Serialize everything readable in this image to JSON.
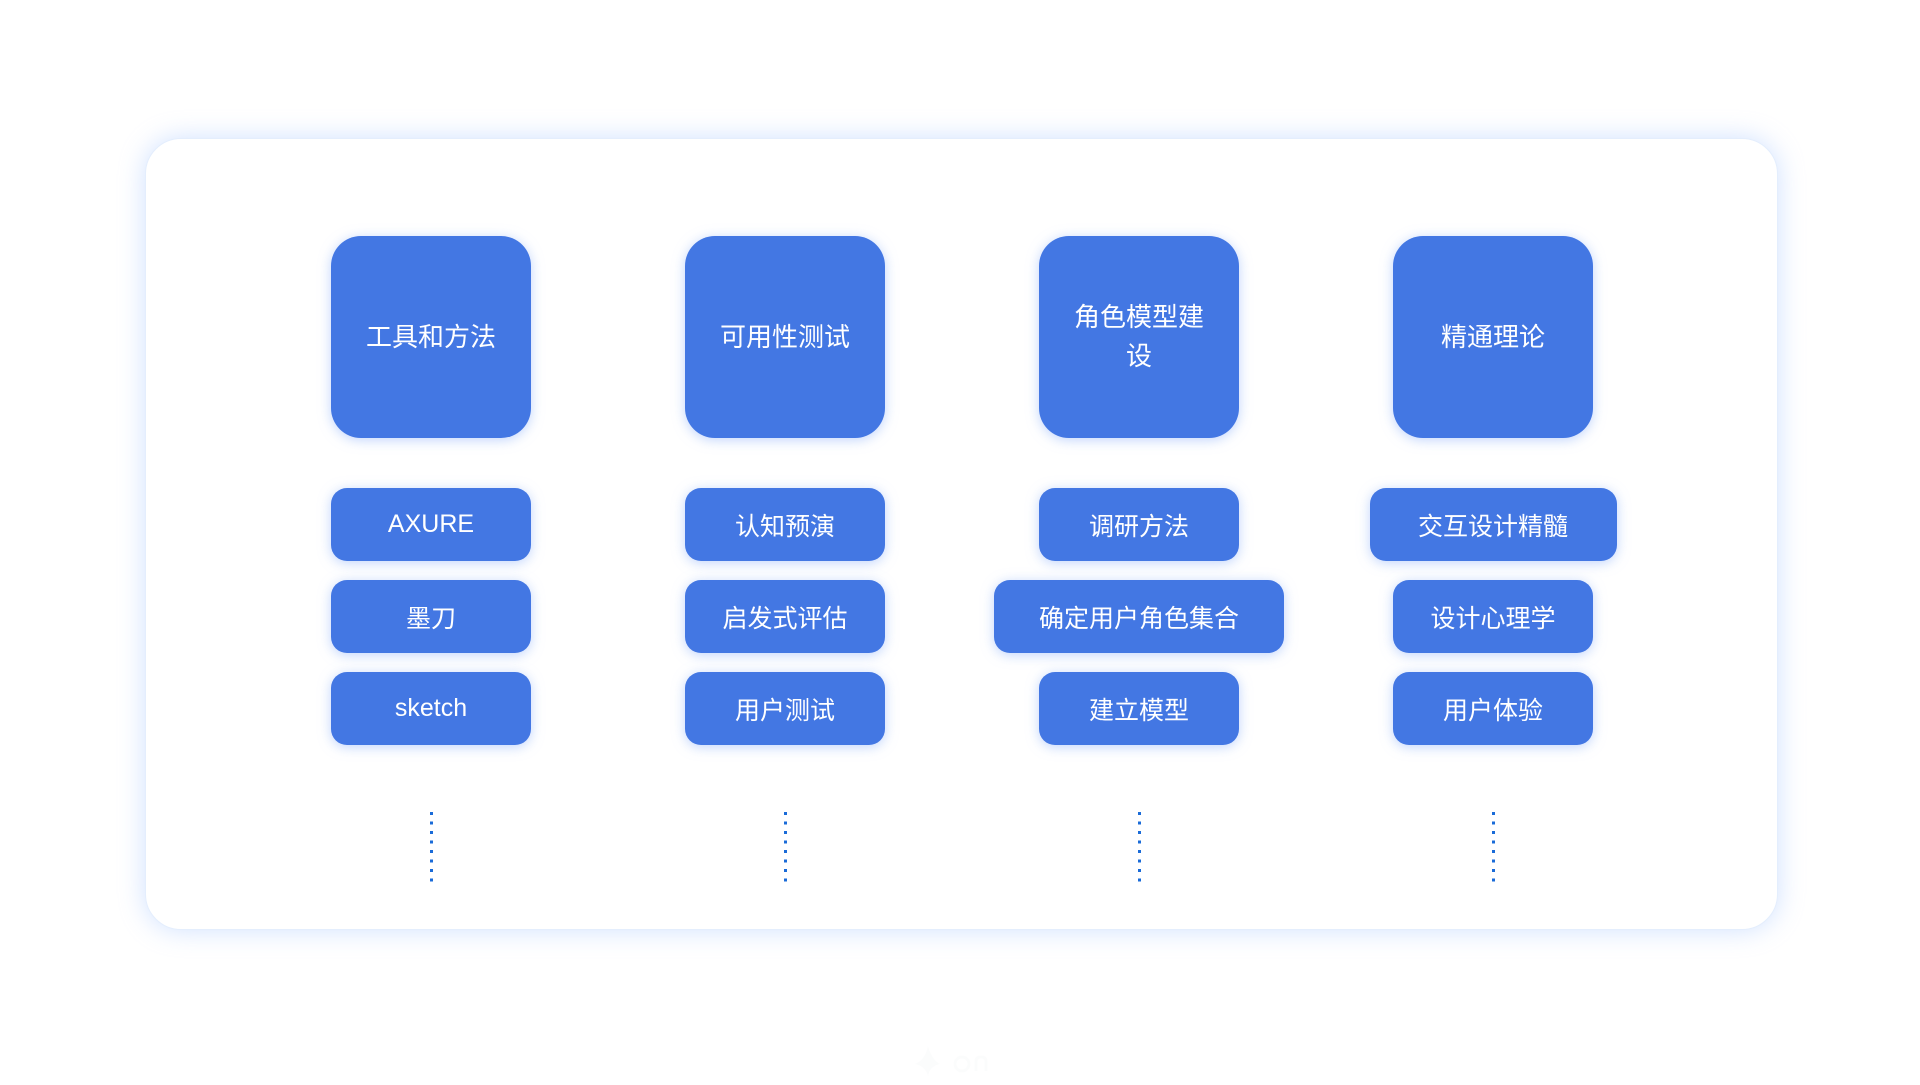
{
  "colors": {
    "tile_blue": "#4377E3",
    "tile_text": "#FFFFFF",
    "dot_blue": "#1A6BD8",
    "card_background": "#FFFFFF",
    "card_border": "#E4EEFD"
  },
  "diagram": {
    "columns": [
      {
        "header": "工具和方法",
        "items": [
          "AXURE",
          "墨刀",
          "sketch"
        ]
      },
      {
        "header": "可用性测试",
        "items": [
          "认知预演",
          "启发式评估",
          "用户测试"
        ]
      },
      {
        "header": "角色模型建设",
        "items": [
          "调研方法",
          "确定用户角色集合",
          "建立模型"
        ]
      },
      {
        "header": "精通理论",
        "items": [
          "交互设计精髓",
          "设计心理学",
          "用户体验"
        ]
      }
    ]
  }
}
